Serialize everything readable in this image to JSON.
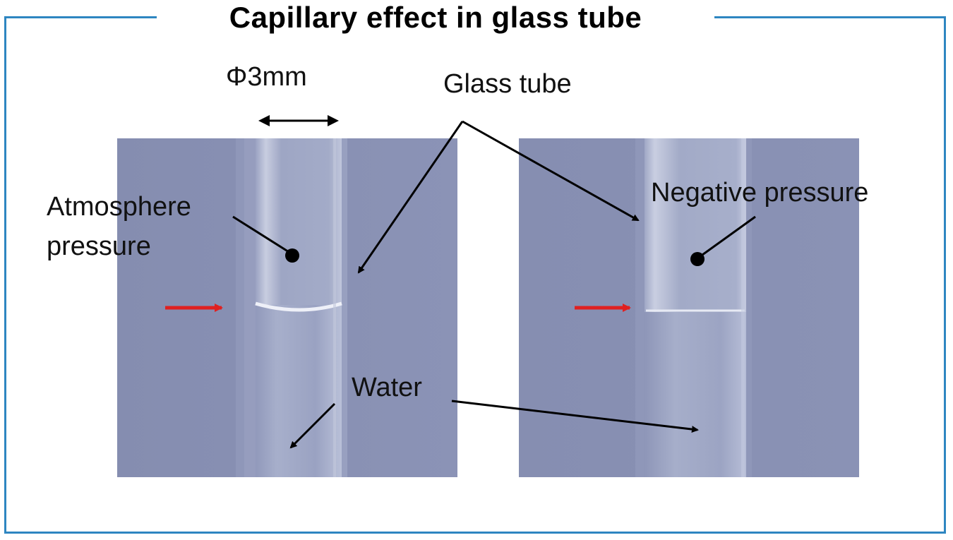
{
  "title": "Capillary effect in glass tube",
  "labels": {
    "diameter": "Φ3mm",
    "glass_tube": "Glass tube",
    "atmosphere_line1": "Atmosphere",
    "atmosphere_line2": "pressure",
    "negative_pressure": "Negative pressure",
    "water": "Water"
  },
  "colors": {
    "frame": "#2e86c1",
    "water_level_arrow": "#e02020",
    "photo_background": "#8790b3"
  }
}
